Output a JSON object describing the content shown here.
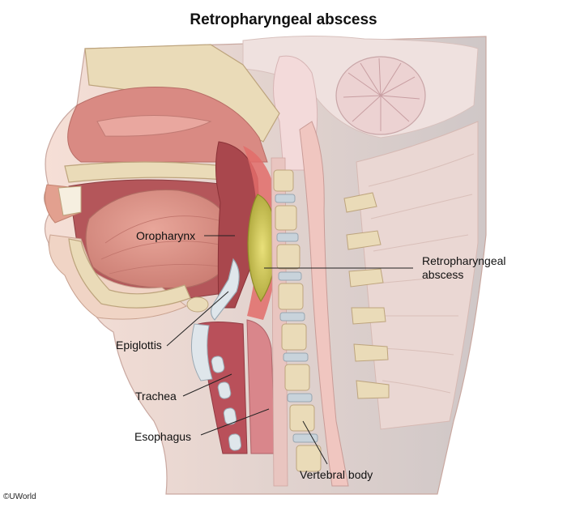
{
  "title": "Retropharyngeal abscess",
  "labels": {
    "oropharynx": "Oropharynx",
    "abscess_line1": "Retropharyngeal",
    "abscess_line2": "abscess",
    "epiglottis": "Epiglottis",
    "trachea": "Trachea",
    "esophagus": "Esophagus",
    "vertebral_body": "Vertebral body"
  },
  "copyright": "©UWorld",
  "colors": {
    "skin": "#f3d9cf",
    "muscle": "#d98a83",
    "bone": "#eadbb8",
    "abscess": "#c9c24a",
    "airway": "#9b3b42",
    "cord": "#f0c6c0",
    "disc": "#c8d3db"
  }
}
